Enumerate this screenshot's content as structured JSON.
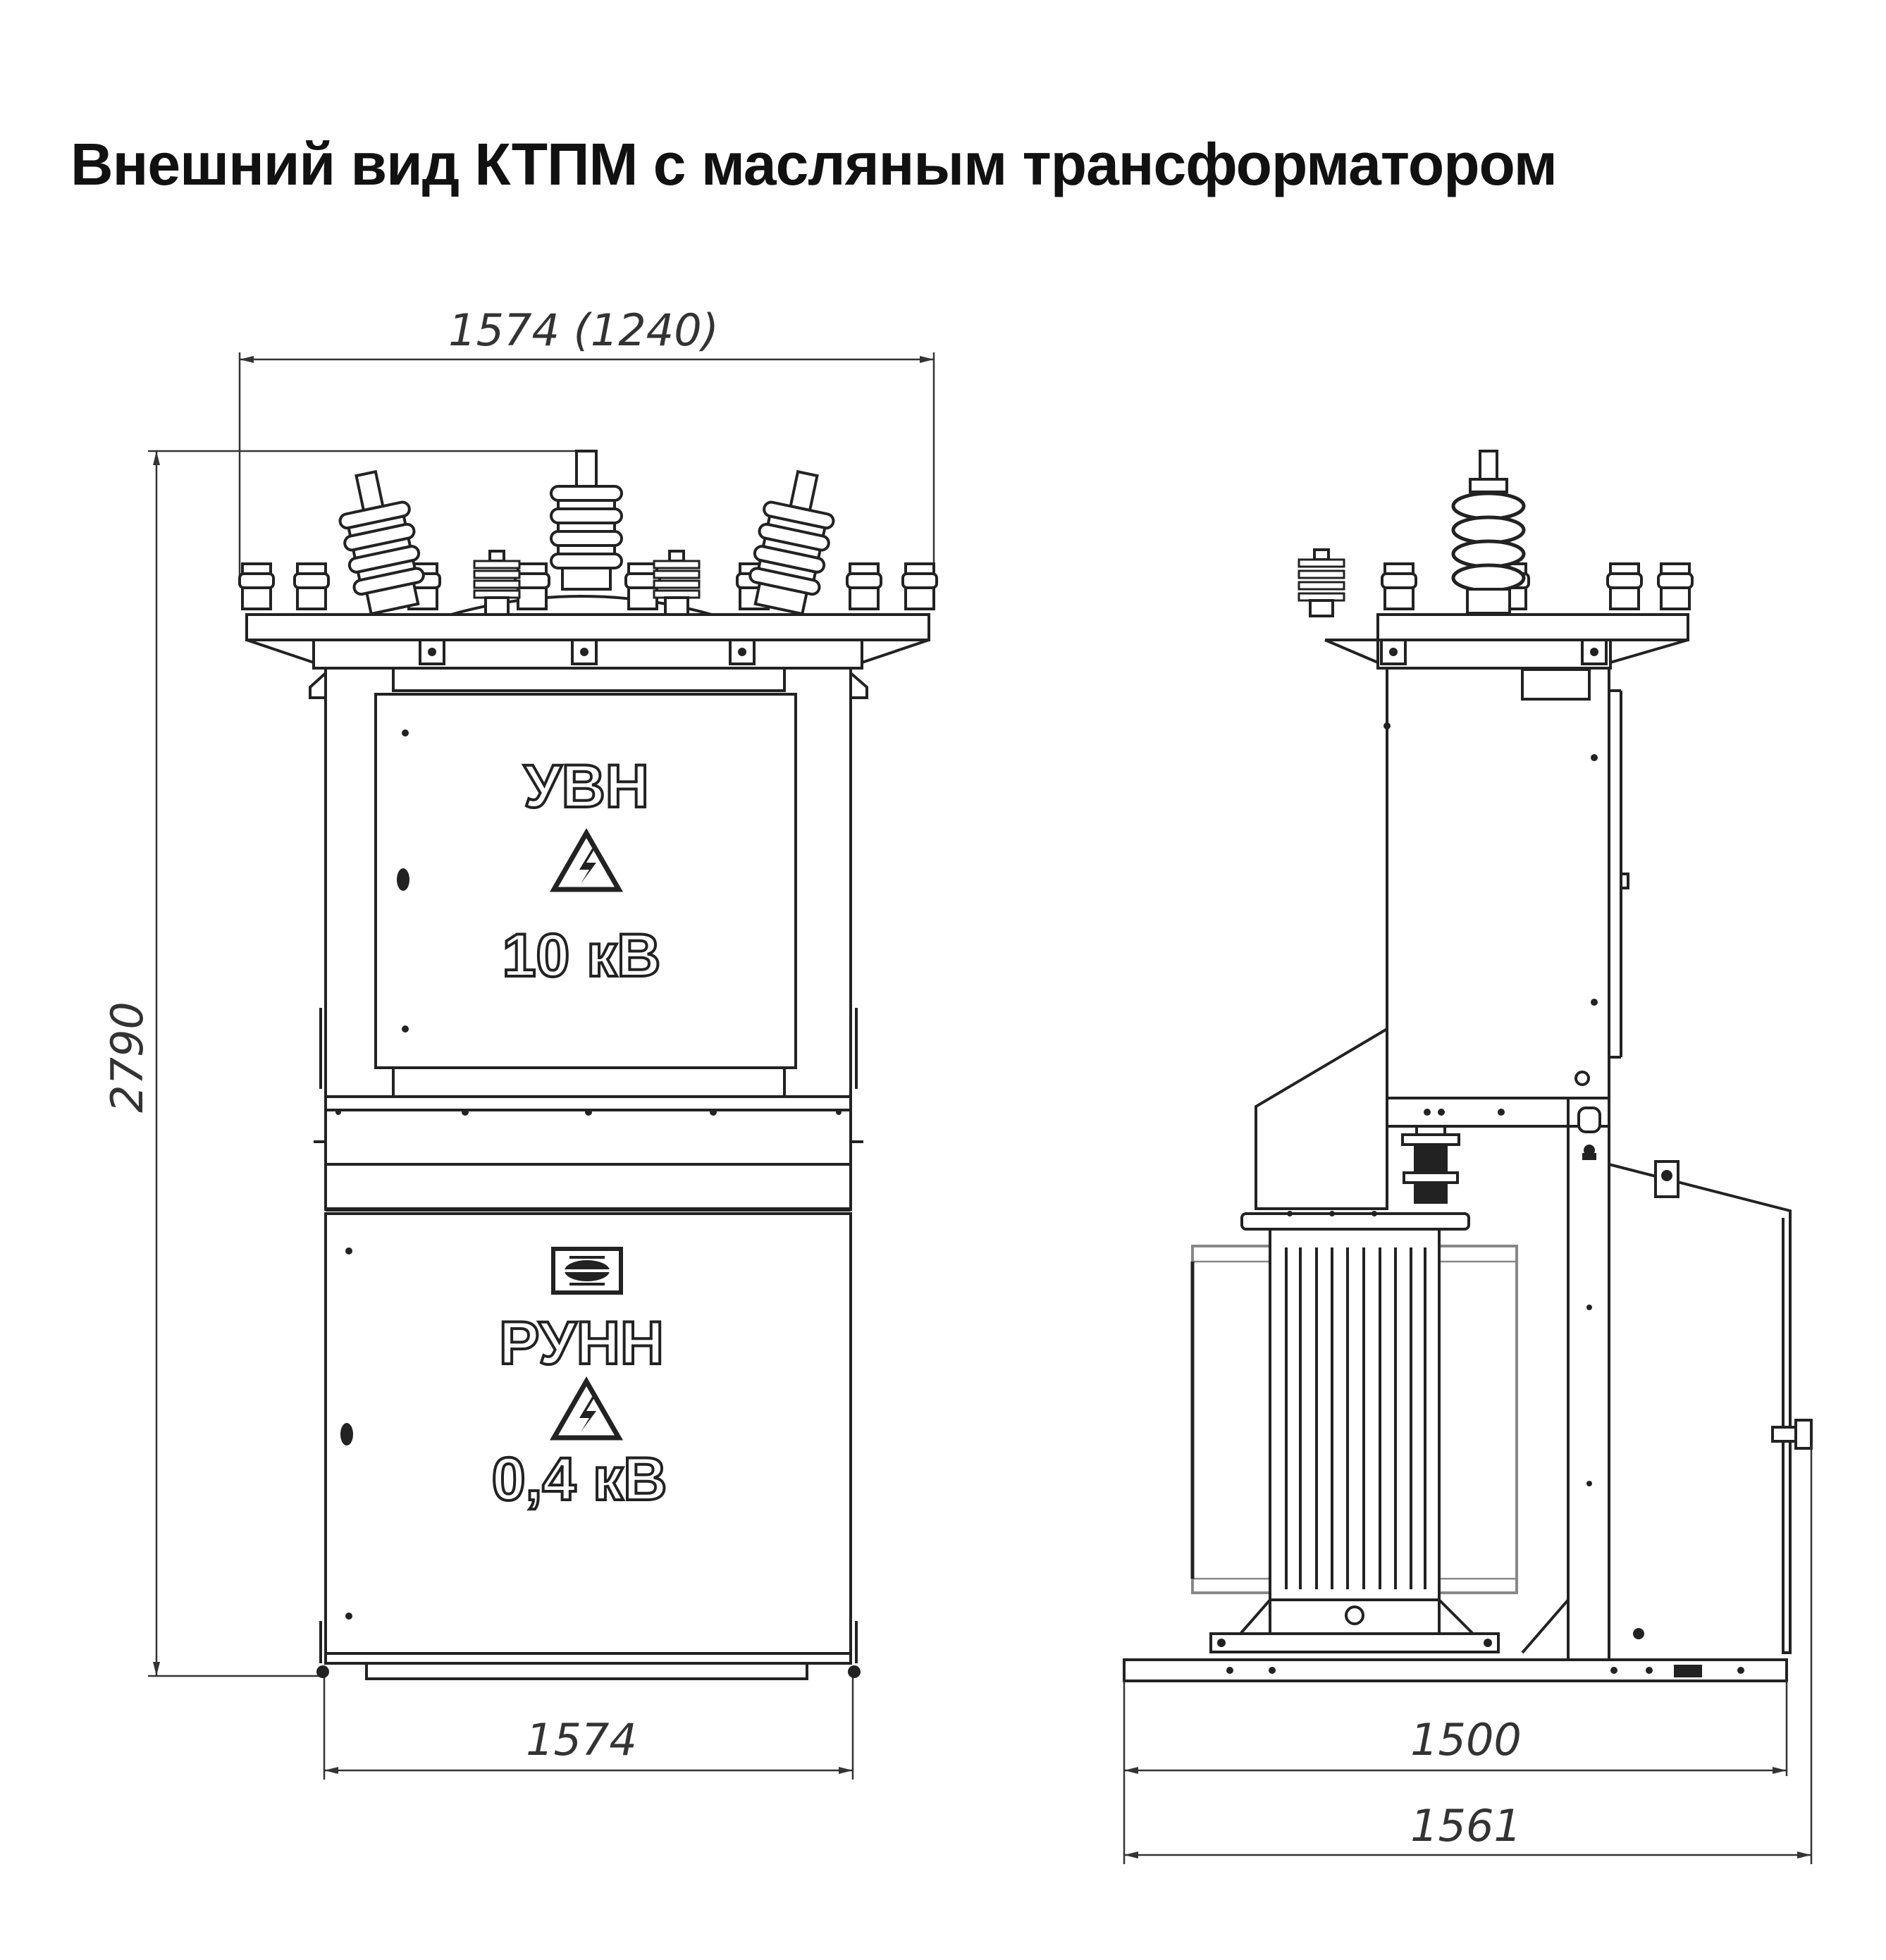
{
  "title": "Внешний вид КТПМ с масляным трансформатором",
  "front_view": {
    "top_width_dim": "1574 (1240)",
    "height_dim": "2790",
    "bottom_width_dim": "1574",
    "upper_panel": {
      "name": "УВН",
      "voltage": "10 кВ"
    },
    "lower_panel": {
      "name": "РУНН",
      "voltage": "0,4 кВ"
    }
  },
  "side_view": {
    "inner_width_dim": "1500",
    "outer_width_dim": "1561"
  },
  "icons": [
    "high-voltage-warning-icon",
    "manufacturer-logo-icon"
  ]
}
